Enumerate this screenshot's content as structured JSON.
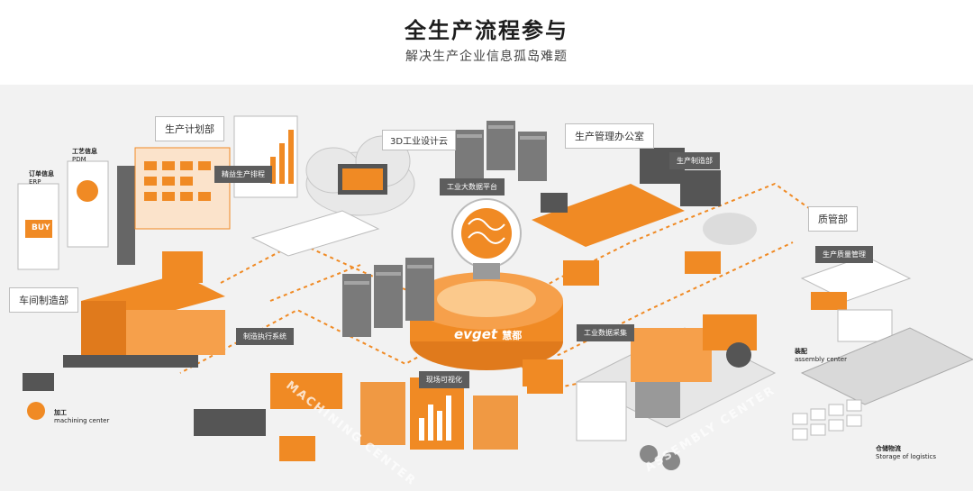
{
  "header": {
    "title": "全生产流程参与",
    "subtitle": "解决生产企业信息孤岛难题"
  },
  "departments": {
    "planning": "生产计划部",
    "cloud_design": "3D工业设计云",
    "management_office": "生产管理办公室",
    "quality": "质管部",
    "workshop": "车间制造部"
  },
  "modules": {
    "scheduling": "精益生产排程",
    "big_data": "工业大数据平台",
    "dispatch": "生产制造部",
    "quality_mgmt": "生产质量管理",
    "mes": "制造执行系统",
    "visualization": "现场可视化",
    "data_collection": "工业数据采集"
  },
  "side_info": {
    "order_cn": "订单信息",
    "order_en": "ERP",
    "process_cn": "工艺信息",
    "process_en": "PDM",
    "machining_cn": "加工",
    "machining_en": "machining center",
    "assembly_cn": "装配",
    "assembly_en": "assembly center",
    "storage_cn": "仓储物流",
    "storage_en": "Storage of logistics",
    "buy": "BUY"
  },
  "floor_text": {
    "machining": "MACHINING CENTER",
    "assembly": "ASSEMBLY CENTER"
  },
  "brand": {
    "logo_text": "evget",
    "logo_suffix": "慧都"
  },
  "colors": {
    "accent": "#f08a24",
    "dark_accent": "#d86f10",
    "machine_gray": "#6a6a6a",
    "floor": "#f2f2f2"
  }
}
